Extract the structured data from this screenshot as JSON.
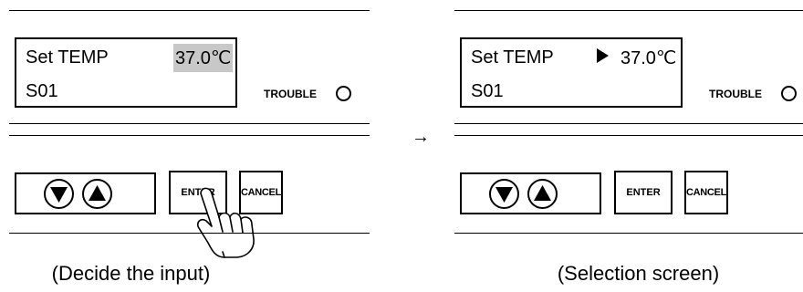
{
  "left_panel": {
    "lcd_label": "Set TEMP",
    "lcd_value": "37.0℃",
    "lcd_sub": "S01",
    "trouble_label": "TROUBLE",
    "enter_label": "ENTER",
    "cancel_label": "CANCEL",
    "caption": "(Decide the input)"
  },
  "right_panel": {
    "lcd_label": "Set TEMP",
    "lcd_value": "37.0℃",
    "lcd_sub": "S01",
    "trouble_label": "TROUBLE",
    "enter_label": "ENTER",
    "cancel_label": "CANCEL",
    "caption": "(Selection screen)"
  },
  "transition_arrow": "→",
  "icons": [
    "down-triangle-icon",
    "up-triangle-icon",
    "pressing-hand-icon",
    "cursor-triangle-icon"
  ],
  "colors": {
    "highlight": "#c8c8c8",
    "line": "#000000",
    "background": "#ffffff"
  }
}
